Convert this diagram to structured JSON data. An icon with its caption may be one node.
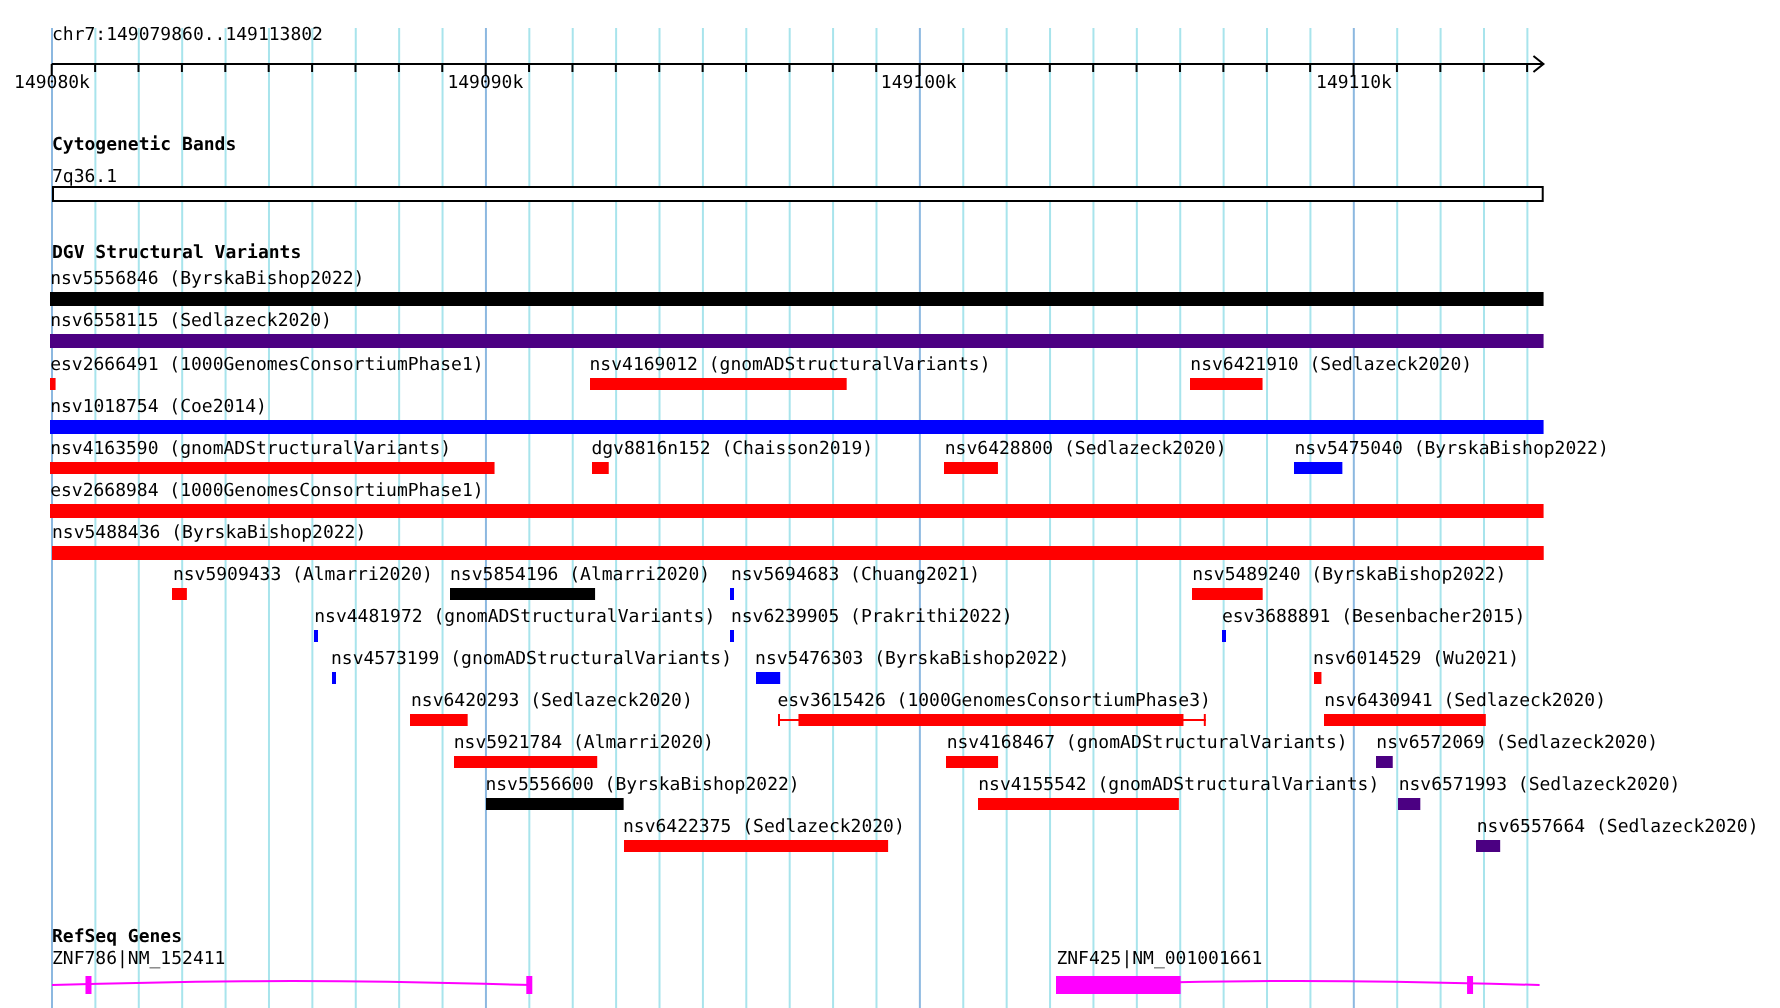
{
  "diagram": {
    "title": "chr7:149079860..149113802",
    "nodes": [
      {
        "text": [
          "7q36.1"
        ]
      },
      {
        "text": [
          "nsv5556846 (ByrskaBishop2022)"
        ]
      },
      {
        "text": [
          "nsv6558115 (Sedlazeck2020)"
        ]
      },
      {
        "text": [
          "esv2666491 (1000GenomesConsortiumPhase1)"
        ]
      },
      {
        "text": [
          "nsv4169012 (gnomADStructuralVariants)"
        ]
      },
      {
        "text": [
          "nsv6421910 (Sedlazeck2020)"
        ]
      },
      {
        "text": [
          "nsv1018754 (Coe2014)"
        ]
      },
      {
        "text": [
          "nsv4163590 (gnomADStructuralVariants)"
        ]
      },
      {
        "text": [
          "dgv8816n152 (Chaisson2019)"
        ]
      },
      {
        "text": [
          "nsv6428800 (Sedlazeck2020)"
        ]
      },
      {
        "text": [
          "nsv5475040 (ByrskaBishop2022)"
        ]
      },
      {
        "text": [
          "esv2668984 (1000GenomesConsortiumPhase1)"
        ]
      },
      {
        "text": [
          "nsv5488436 (ByrskaBishop2022)"
        ]
      },
      {
        "text": [
          "nsv5909433 (Almarri2020)"
        ]
      },
      {
        "text": [
          "nsv5854196 (Almarri2020)"
        ]
      },
      {
        "text": [
          "nsv5694683 (Chuang2021)"
        ]
      },
      {
        "text": [
          "nsv5489240 (ByrskaBishop2022)"
        ]
      },
      {
        "text": [
          "nsv4481972 (gnomADStructuralVariants)"
        ]
      },
      {
        "text": [
          "nsv6239905 (Prakrithi2022)"
        ]
      },
      {
        "text": [
          "esv3688891 (Besenbacher2015)"
        ]
      },
      {
        "text": [
          "nsv4573199 (gnomADStructuralVariants)"
        ]
      },
      {
        "text": [
          "nsv5476303 (ByrskaBishop2022)"
        ]
      },
      {
        "text": [
          "nsv6014529 (Wu2021)"
        ]
      },
      {
        "text": [
          "nsv6420293 (Sedlazeck2020)"
        ]
      },
      {
        "text": [
          "esv3615426 (1000GenomesConsortiumPhase3)"
        ]
      },
      {
        "text": [
          "nsv6430941 (Sedlazeck2020)"
        ]
      },
      {
        "text": [
          "nsv5921784 (Almarri2020)"
        ]
      },
      {
        "text": [
          "nsv4168467 (gnomADStructuralVariants)"
        ]
      },
      {
        "text": [
          "nsv6572069 (Sedlazeck2020)"
        ]
      },
      {
        "text": [
          "nsv5556600 (ByrskaBishop2022)"
        ]
      },
      {
        "text": [
          "nsv4155542 (gnomADStructuralVariants)"
        ]
      },
      {
        "text": [
          "nsv6571993 (Sedlazeck2020)"
        ]
      },
      {
        "text": [
          "nsv6422375 (Sedlazeck2020)"
        ]
      },
      {
        "text": [
          "nsv6557664 (Sedlazeck2020)"
        ]
      },
      {
        "text": [
          "ZNF786|NM_152411"
        ]
      },
      {
        "text": [
          "ZNF425|NM_001001661"
        ]
      }
    ],
    "labels": [
      "149080k",
      "149090k",
      "149100k",
      "149110k",
      "Cytogenetic Bands",
      "DGV Structural Variants",
      "RefSeq Genes"
    ]
  }
}
